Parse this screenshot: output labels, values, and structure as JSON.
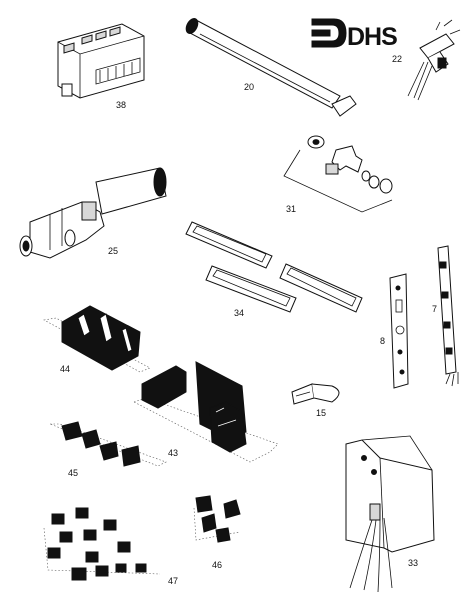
{
  "brand": {
    "logo_text": "DHS"
  },
  "parts": [
    {
      "id": "p38",
      "label": "38"
    },
    {
      "id": "p20",
      "label": "20"
    },
    {
      "id": "p22",
      "label": "22"
    },
    {
      "id": "p31",
      "label": "31"
    },
    {
      "id": "p25",
      "label": "25"
    },
    {
      "id": "p34",
      "label": "34"
    },
    {
      "id": "p8",
      "label": "8"
    },
    {
      "id": "p7",
      "label": "7"
    },
    {
      "id": "p44",
      "label": "44"
    },
    {
      "id": "p15",
      "label": "15"
    },
    {
      "id": "p43",
      "label": "43"
    },
    {
      "id": "p45",
      "label": "45"
    },
    {
      "id": "p33",
      "label": "33"
    },
    {
      "id": "p46",
      "label": "46"
    },
    {
      "id": "p47",
      "label": "47"
    }
  ]
}
